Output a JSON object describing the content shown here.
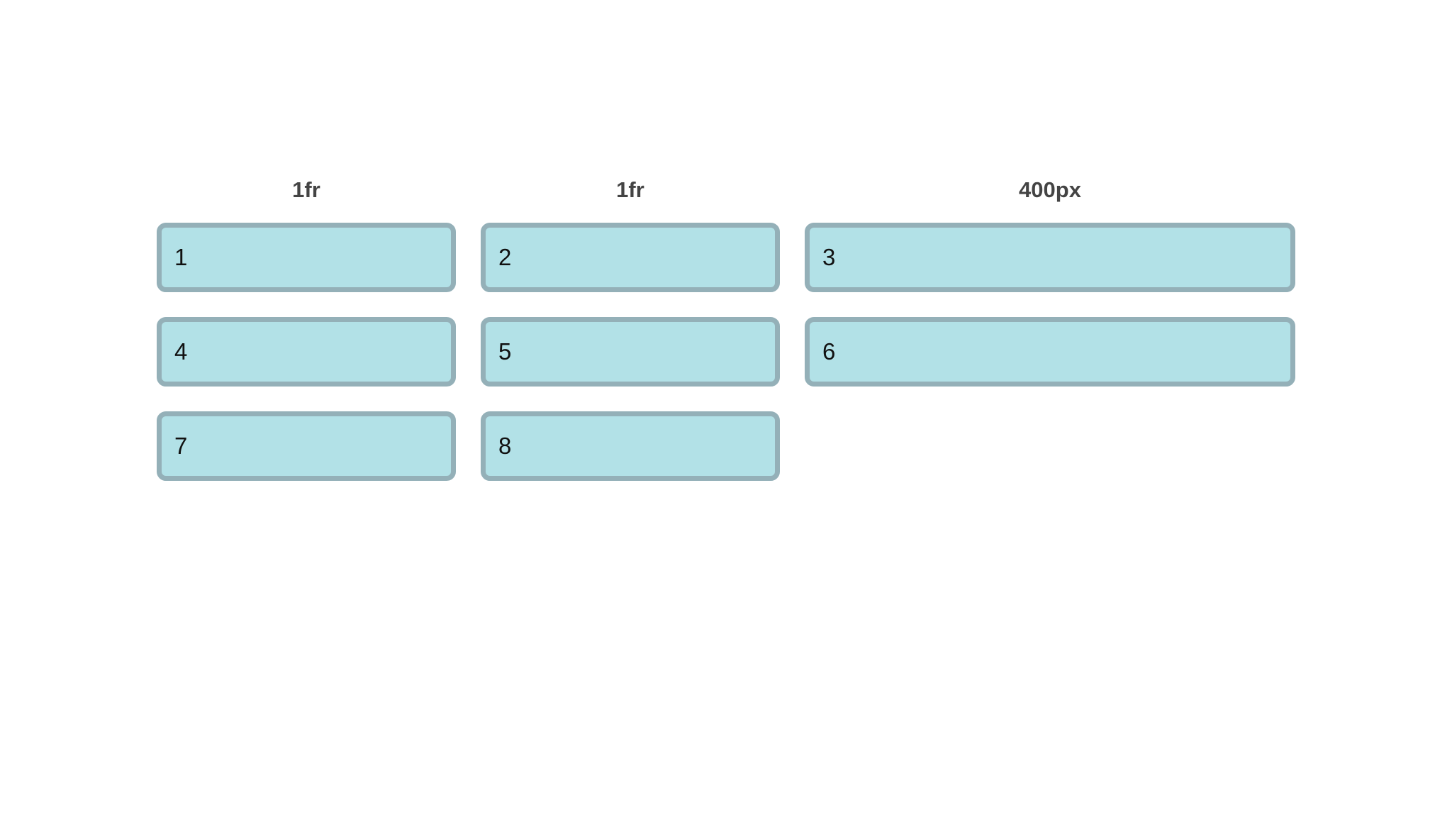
{
  "column_labels": [
    "1fr",
    "1fr",
    "400px"
  ],
  "cells": [
    "1",
    "2",
    "3",
    "4",
    "5",
    "6",
    "7",
    "8"
  ],
  "colors": {
    "cell_fill": "#b2e1e7",
    "cell_border": "#94b0b8",
    "label_text": "#444444",
    "background": "#ffffff"
  }
}
